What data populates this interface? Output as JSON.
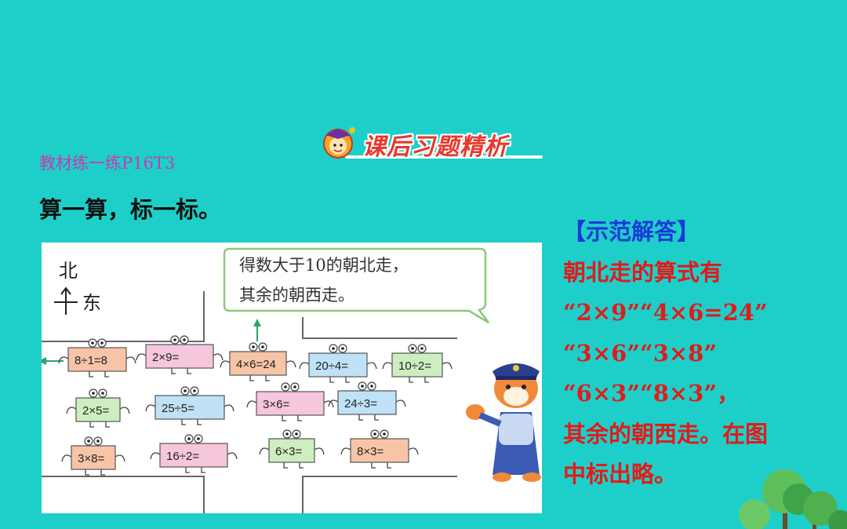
{
  "banner": {
    "title": "课后习题精析"
  },
  "source_label": "教材练一练P16T3",
  "instruction": "算一算，标一标。",
  "figure": {
    "compass": {
      "north": "北",
      "east": "东"
    },
    "speech": {
      "line1": "得数大于10的朝北走，",
      "line2": "其余的朝西走。"
    },
    "cards": [
      "8÷1=8",
      "2×9=",
      "4×6=24",
      "20÷4=",
      "10÷2=",
      "2×5=",
      "25÷5=",
      "3×6=",
      "24÷3=",
      "3×8=",
      "16÷2=",
      "6×3=",
      "8×3="
    ]
  },
  "answer": {
    "header": "【示范解答】",
    "lines": [
      "朝北走的算式有",
      "“2×9”“4×6=24”",
      "“3×6”“3×8”",
      "“6×3”“8×3”，",
      "其余的朝西走。在图",
      "中标出略。"
    ]
  },
  "colors": {
    "background": "#1ecfc9",
    "source_label": "#c53ab0",
    "answer_header": "#1a3ad8",
    "answer_text": "#e31a1a",
    "banner_title": "#e8382e",
    "card_orange": "#f7c4a8",
    "card_pink": "#f6c6dc",
    "card_blue": "#bfe2f6",
    "card_green": "#cdeec0"
  }
}
